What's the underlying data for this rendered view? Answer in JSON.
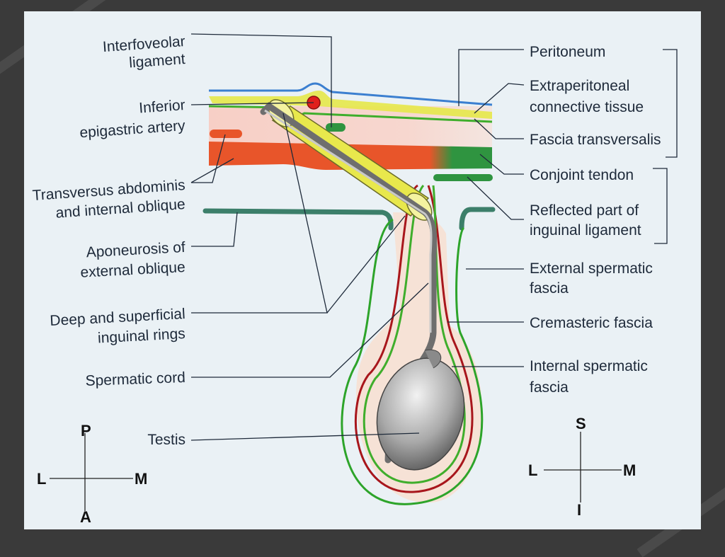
{
  "labels": {
    "interfoveolar_1": "Interfoveolar",
    "interfoveolar_2": "ligament",
    "inf_epi_1": "Inferior",
    "inf_epi_2": "epigastric artery",
    "transversus_1": "Transversus abdominis",
    "transversus_2": "and internal oblique",
    "aponeurosis_1": "Aponeurosis of",
    "aponeurosis_2": "external oblique",
    "rings_1": "Deep and superficial",
    "rings_2": "inguinal rings",
    "cord": "Spermatic cord",
    "testis": "Testis",
    "peritoneum": "Peritoneum",
    "extraperitoneal_1": "Extraperitoneal",
    "extraperitoneal_2": "connective tissue",
    "fascia_transversalis": "Fascia transversalis",
    "conjoint_tendon": "Conjoint tendon",
    "reflected_1": "Reflected part of",
    "reflected_2": "inguinal ligament",
    "external_spermatic_1": "External spermatic",
    "external_spermatic_2": "fascia",
    "cremasteric": "Cremasteric fascia",
    "internal_spermatic_1": "Internal spermatic",
    "internal_spermatic_2": "fascia"
  },
  "compass_left": {
    "top": "P",
    "bottom": "A",
    "left": "L",
    "right": "M"
  },
  "compass_right": {
    "top": "S",
    "bottom": "I",
    "left": "L",
    "right": "M"
  },
  "colors": {
    "peritoneum": "#3b7fd0",
    "extraperitoneal": "#e6e84a",
    "fascia_transversalis": "#3fae2c",
    "muscle": "#e8552a",
    "tendon": "#2f9440",
    "external_spermatic": "#2da42a",
    "cremasteric": "#a8161c",
    "artery": "#e0201c"
  }
}
